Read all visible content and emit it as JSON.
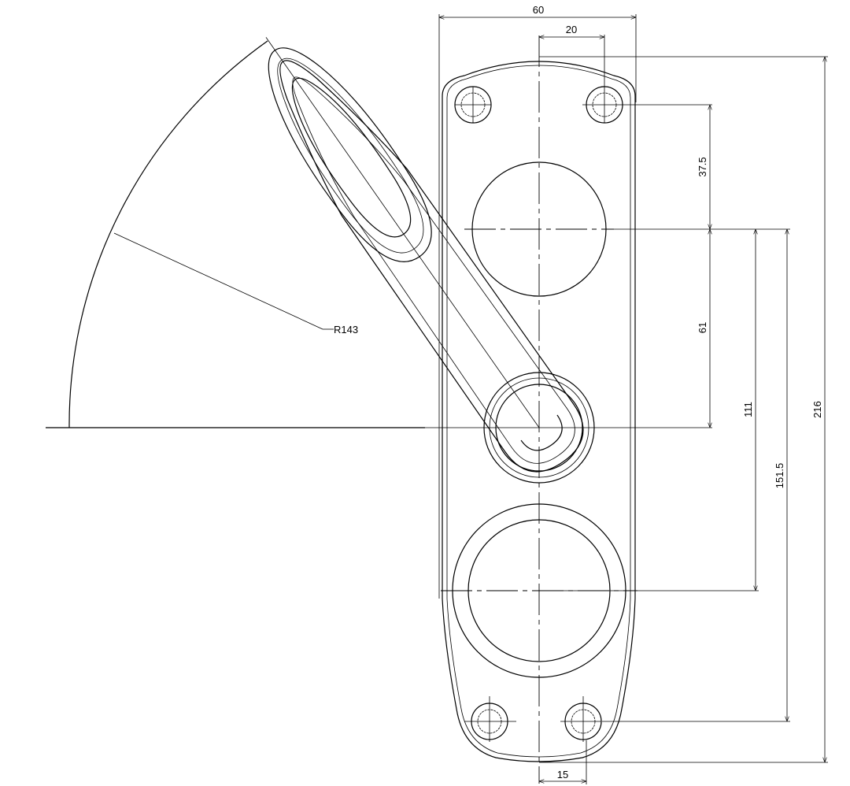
{
  "drawing": {
    "dimensions": {
      "overall_width": "60",
      "top_hole_offset": "20",
      "bottom_hole_offset": "15",
      "top_hole_to_upper_circle": "37.5",
      "upper_circle_to_pivot": "61",
      "upper_circle_to_lower_circle": "111",
      "upper_circle_to_bottom_holes": "151.5",
      "overall_height": "216",
      "handle_swing_radius": "R143"
    },
    "line_color": "#000000",
    "background_color": "#ffffff"
  }
}
